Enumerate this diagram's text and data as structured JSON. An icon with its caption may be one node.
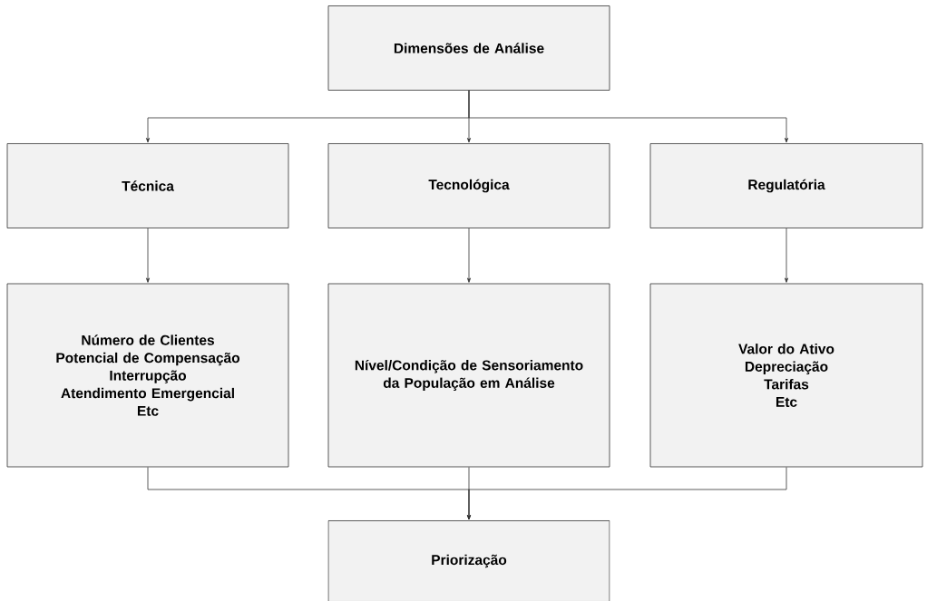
{
  "diagram": {
    "nodes": [
      {
        "text": [
          "Dimensões de Análise"
        ]
      },
      {
        "text": [
          "Técnica"
        ]
      },
      {
        "text": [
          "Tecnológica"
        ]
      },
      {
        "text": [
          "Regulatória"
        ]
      },
      {
        "text": [
          "Número de Clientes",
          "Potencial de Compensação",
          "Interrupção",
          "Atendimento Emergencial",
          "Etc"
        ]
      },
      {
        "text": [
          "Nível/Condição de Sensoriamento da População em Análise"
        ]
      },
      {
        "text": [
          "Valor do Ativo",
          "Depreciação",
          "Tarifas",
          "Etc"
        ]
      },
      {
        "text": [
          "Priorização"
        ]
      }
    ],
    "edges": [
      {
        "from": 0,
        "to": 1,
        "arrow": "to"
      },
      {
        "from": 0,
        "to": 2,
        "arrow": "to"
      },
      {
        "from": 0,
        "to": 3,
        "arrow": "to"
      },
      {
        "from": 1,
        "to": 4,
        "arrow": "to"
      },
      {
        "from": 2,
        "to": 5,
        "arrow": "to"
      },
      {
        "from": 3,
        "to": 6,
        "arrow": "to"
      },
      {
        "from": 4,
        "to": 7,
        "arrow": "to"
      },
      {
        "from": 5,
        "to": 7,
        "arrow": "to"
      },
      {
        "from": 6,
        "to": 7,
        "arrow": "to"
      }
    ]
  }
}
